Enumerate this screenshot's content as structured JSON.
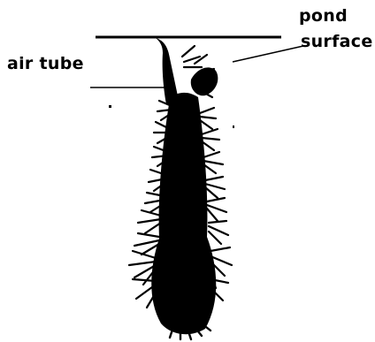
{
  "labels": {
    "air_tube": "air tube",
    "pond_line1": "pond",
    "pond_line2": "surface"
  },
  "colors": {
    "ink": "#000000",
    "background": "#ffffff"
  }
}
